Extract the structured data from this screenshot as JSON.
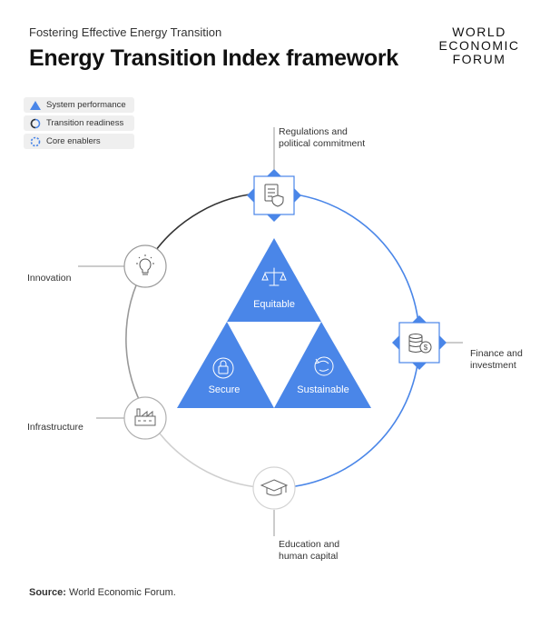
{
  "header": {
    "subtitle": "Fostering Effective Energy Transition",
    "title": "Energy Transition Index framework"
  },
  "logo": {
    "lines": [
      "WORLD",
      "ECONOMIC",
      "FORUM"
    ]
  },
  "legend": [
    {
      "label": "System performance",
      "marker": "triangle-icon"
    },
    {
      "label": "Transition readiness",
      "marker": "half-circle-icon"
    },
    {
      "label": "Core enablers",
      "marker": "dashed-circle-icon"
    }
  ],
  "triangles": {
    "top": "Equitable",
    "left": "Secure",
    "right": "Sustainable"
  },
  "nodes": {
    "regulations": {
      "line1": "Regulations and",
      "line2": "political commitment",
      "icon": "document-shield-icon"
    },
    "finance": {
      "line1": "Finance and",
      "line2": "investment",
      "icon": "coins-dollar-icon"
    },
    "education": {
      "line1": "Education and",
      "line2": "human capital",
      "icon": "graduation-cap-icon"
    },
    "innovation": {
      "line1": "Innovation",
      "icon": "lightbulb-icon"
    },
    "infrastructure": {
      "line1": "Infrastructure",
      "icon": "factory-icon"
    }
  },
  "source": {
    "prefix": "Source:",
    "text": " World Economic Forum."
  },
  "colors": {
    "accent": "#4a86e8",
    "dark": "#333333",
    "grey": "#b8b8b8",
    "light": "#d9d9d9"
  }
}
